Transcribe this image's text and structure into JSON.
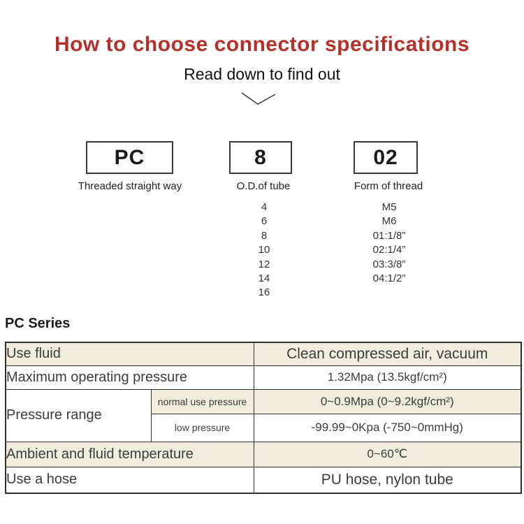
{
  "header": {
    "title": "How to choose connector specifications",
    "subtitle": "Read down to find out",
    "chevron_icon": "chevron-down"
  },
  "part_number_diagram": {
    "columns": [
      {
        "code": "PC",
        "label": "Threaded straight way",
        "options": []
      },
      {
        "code": "8",
        "label": "O.D.of tube",
        "options": [
          "4",
          "6",
          "8",
          "10",
          "12",
          "14",
          "16"
        ]
      },
      {
        "code": "02",
        "label": "Form of thread",
        "options": [
          "M5",
          "M6",
          "01:1/8”",
          "02:1/4”",
          "03:3/8”",
          "04:1/2”"
        ]
      }
    ]
  },
  "series_section": {
    "heading": "PC Series"
  },
  "spec_table": {
    "rows": [
      {
        "label": "Use fluid",
        "value": "Clean compressed air, vacuum"
      },
      {
        "label": "Maximum operating pressure",
        "value": "1.32Mpa (13.5kgf/cm²)"
      },
      {
        "label": "Pressure range",
        "sub_rows": [
          {
            "label": "normal use pressure",
            "value": "0~0.9Mpa (0~9.2kgf/cm²)"
          },
          {
            "label": "low pressure",
            "value": "-99.99~0Kpa (-750~0mmHg)"
          }
        ]
      },
      {
        "label": "Ambient and fluid temperature",
        "value": "0~60℃"
      },
      {
        "label": "Use a hose",
        "value": "PU hose, nylon tube"
      }
    ]
  },
  "colors": {
    "accent_red": "#b43028",
    "row_beige": "#f2ecdf",
    "table_border": "#2f2f2f",
    "text_dark": "#3c3c3c"
  }
}
